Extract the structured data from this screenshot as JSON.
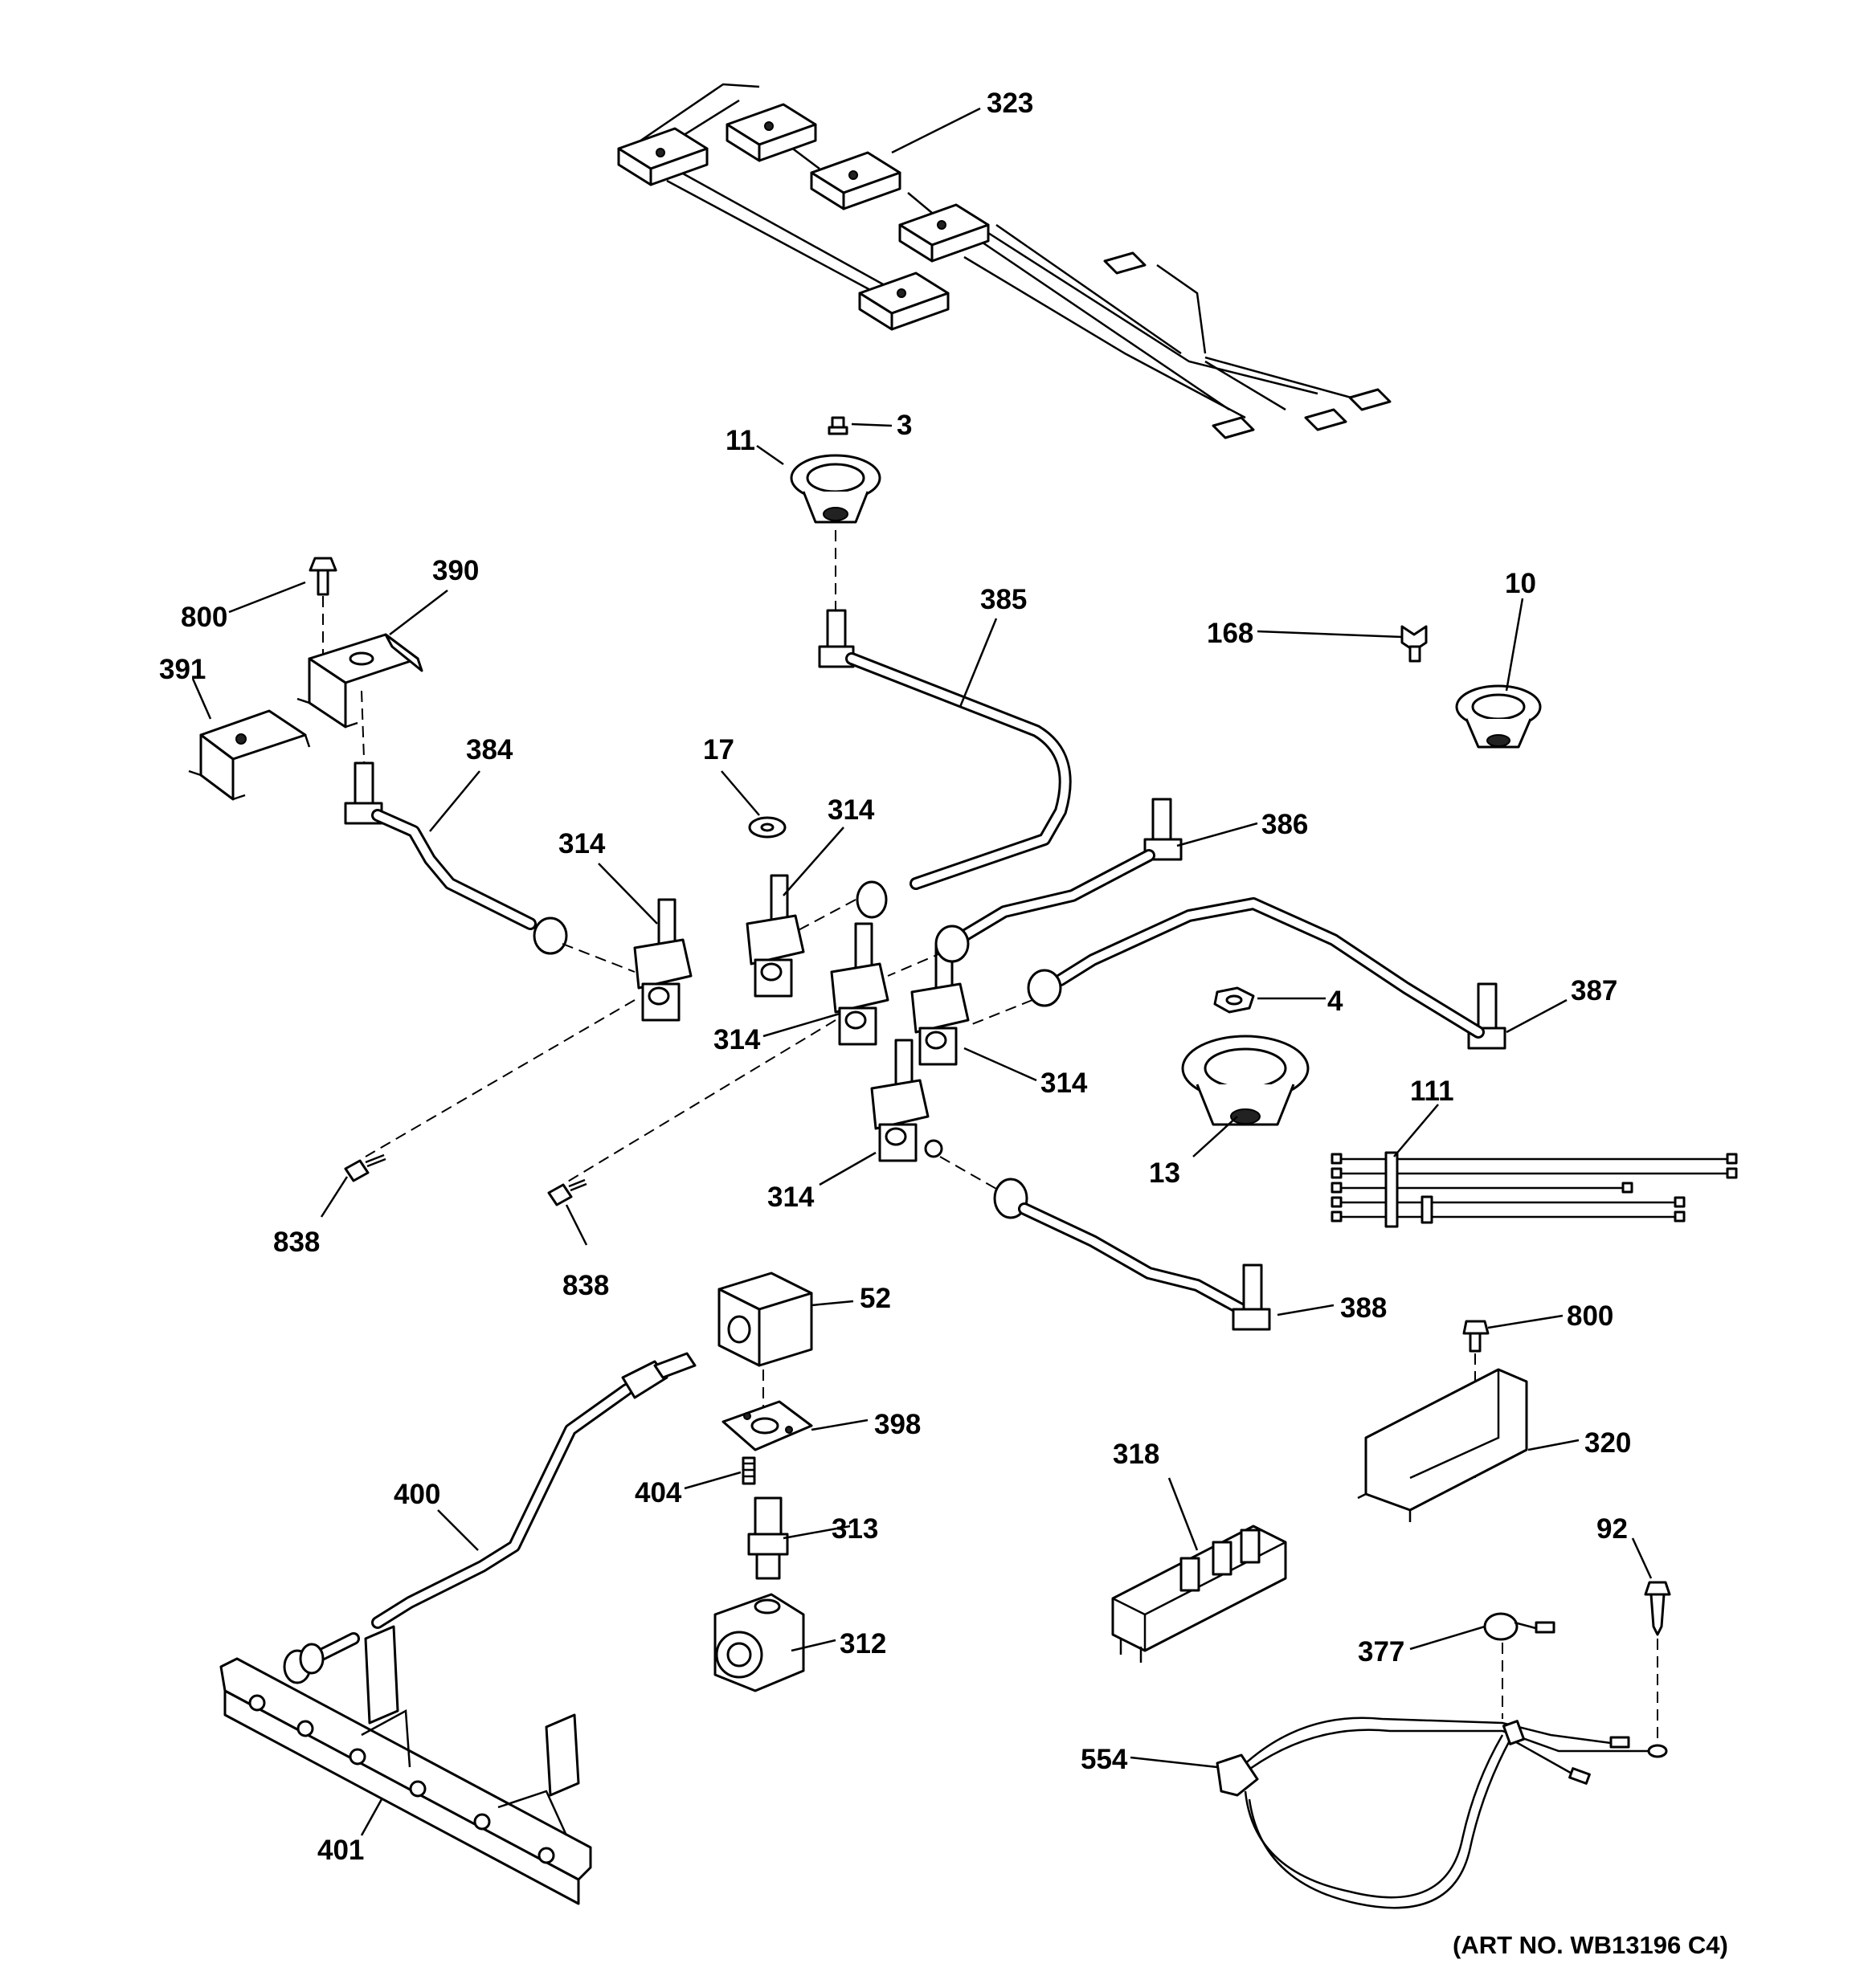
{
  "callouts": {
    "c323": "323",
    "c3": "3",
    "c11": "11",
    "c800a": "800",
    "c390": "390",
    "c391": "391",
    "c385": "385",
    "c168": "168",
    "c10": "10",
    "c384": "384",
    "c17": "17",
    "c314a": "314",
    "c314b": "314",
    "c314c": "314",
    "c314d": "314",
    "c314e": "314",
    "c386": "386",
    "c4": "4",
    "c387": "387",
    "c111": "111",
    "c13": "13",
    "c838a": "838",
    "c838b": "838",
    "c52": "52",
    "c388": "388",
    "c800b": "800",
    "c398": "398",
    "c320": "320",
    "c404": "404",
    "c400": "400",
    "c318": "318",
    "c313": "313",
    "c92": "92",
    "c312": "312",
    "c377": "377",
    "c554": "554",
    "c401": "401"
  },
  "art_number": "(ART NO. WB13196 C4)"
}
